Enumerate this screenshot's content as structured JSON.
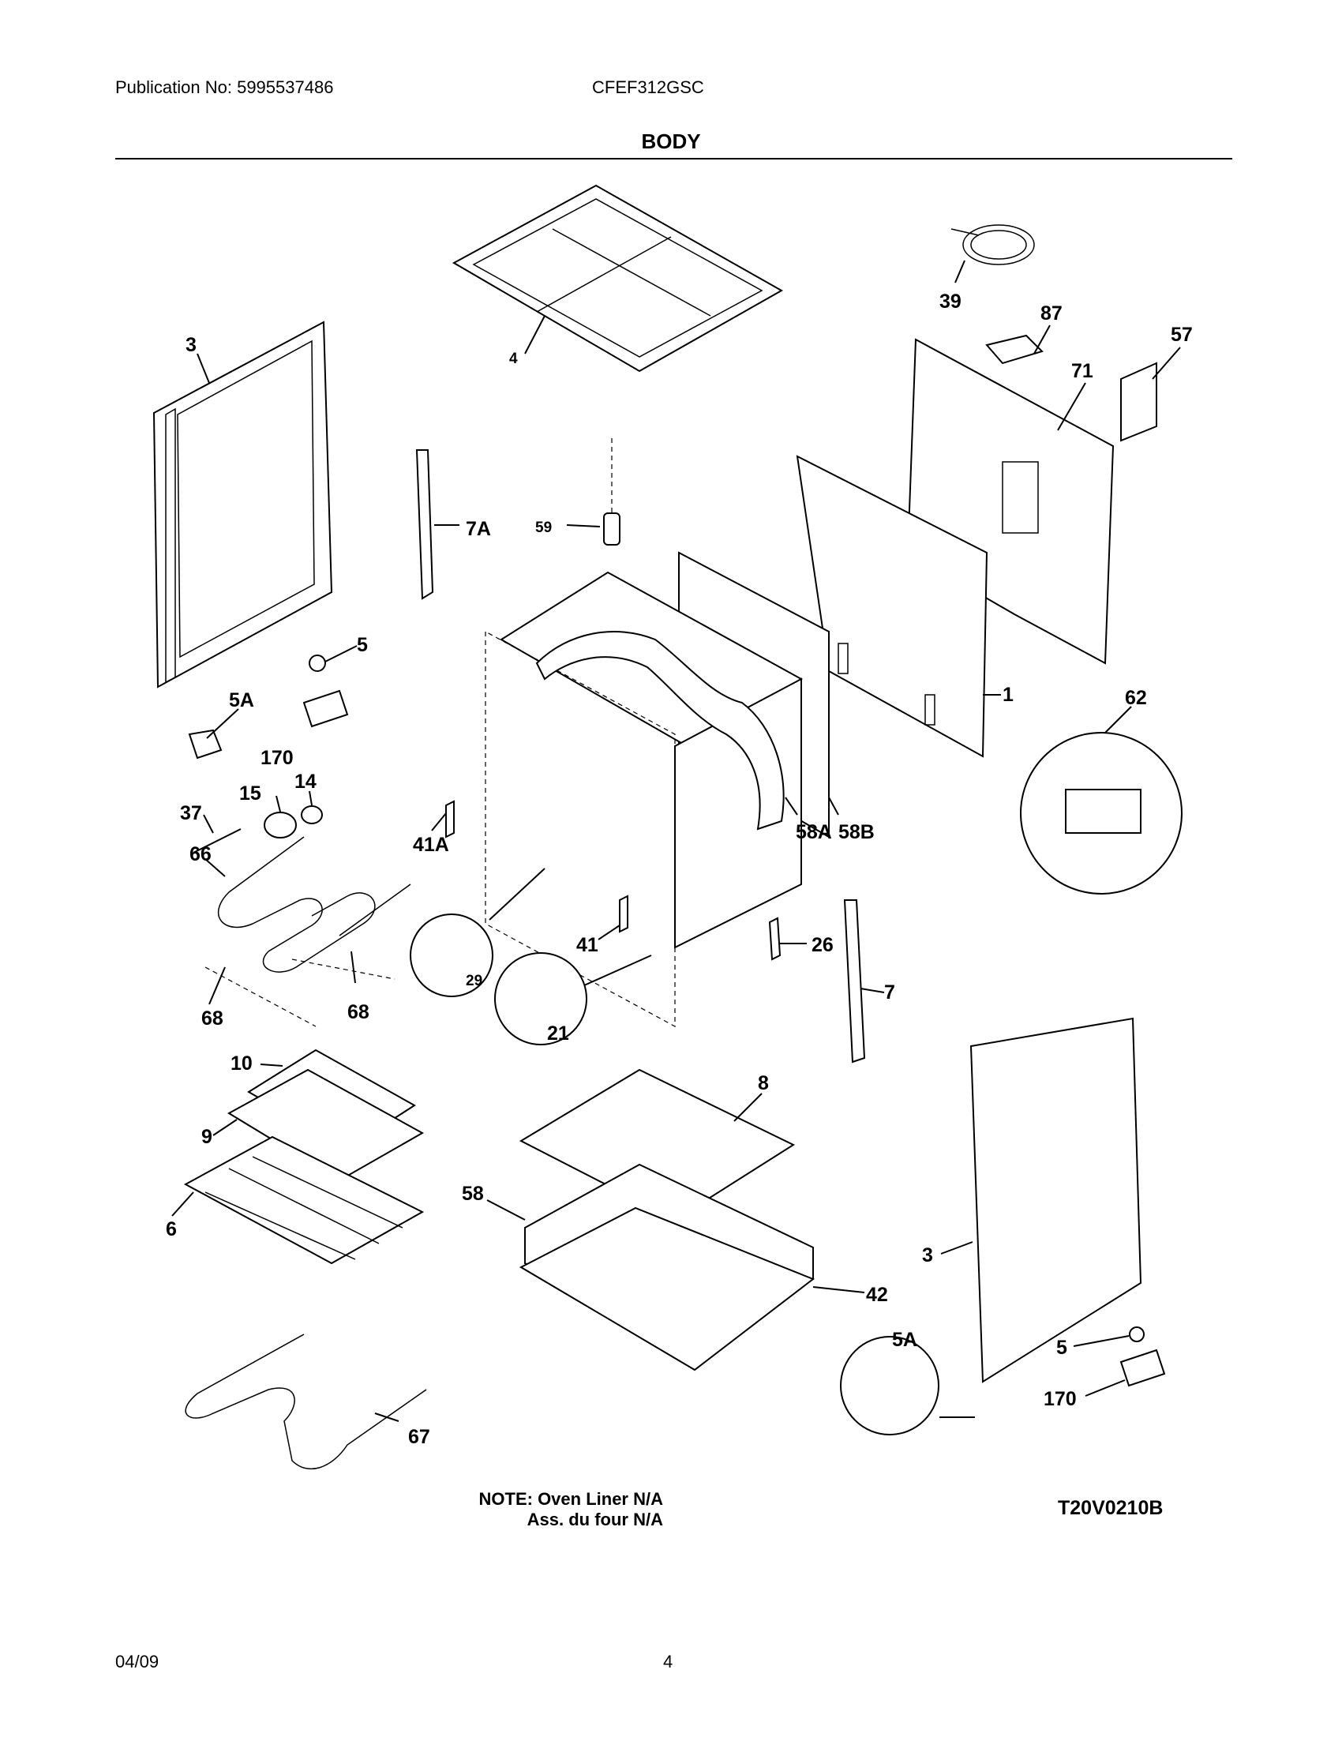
{
  "header": {
    "publication": "Publication No: 5995537486",
    "model": "CFEF312GSC",
    "section_title": "BODY"
  },
  "callouts": [
    "3",
    "4",
    "39",
    "87",
    "57",
    "71",
    "7A",
    "59",
    "5",
    "5A",
    "170",
    "1",
    "62",
    "14",
    "15",
    "37",
    "41A",
    "58A",
    "58B",
    "66",
    "29",
    "41",
    "26",
    "7",
    "21",
    "68",
    "68",
    "10",
    "8",
    "9",
    "6",
    "58",
    "42",
    "3",
    "5A",
    "5",
    "170",
    "67"
  ],
  "notes": {
    "line1": "NOTE: Oven Liner N/A",
    "line2": "Ass. du four N/A",
    "drawing_code": "T20V0210B"
  },
  "footer": {
    "date": "04/09",
    "page": "4"
  }
}
